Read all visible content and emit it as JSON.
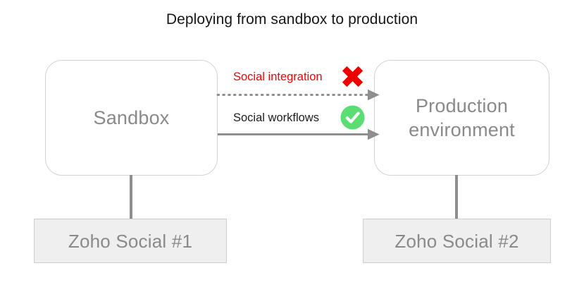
{
  "diagram": {
    "title": "Deploying from sandbox to production",
    "type": "flow-diagram"
  },
  "nodes": {
    "sandbox": {
      "label": "Sandbox",
      "shape": "rounded-rectangle",
      "border_color": "#d2d2d2",
      "text_color": "#8a8a8a"
    },
    "production": {
      "label": "Production\nenvironment",
      "label_line1": "Production",
      "label_line2": "environment",
      "shape": "rounded-rectangle",
      "border_color": "#d2d2d2",
      "text_color": "#8a8a8a"
    },
    "app_left": {
      "label": "Zoho Social #1",
      "shape": "rectangle",
      "fill_color": "#efefef",
      "text_color": "#8a8a8a"
    },
    "app_right": {
      "label": "Zoho Social #2",
      "shape": "rectangle",
      "fill_color": "#efefef",
      "text_color": "#8a8a8a"
    }
  },
  "edges": {
    "social_integration": {
      "label": "Social integration",
      "label_color": "#fa0000",
      "line_style": "dotted",
      "line_color": "#8e8e8e",
      "status": "not-supported",
      "status_icon": "red-cross-icon",
      "status_color": "#ed0000",
      "from": "sandbox",
      "to": "production"
    },
    "social_workflows": {
      "label": "Social workflows",
      "label_color": "#1d1d1d",
      "line_style": "solid",
      "line_color": "#8e8e8e",
      "status": "supported",
      "status_icon": "green-check-icon",
      "status_color": "#5ade74",
      "from": "sandbox",
      "to": "production"
    },
    "sandbox_to_app_left": {
      "line_style": "solid",
      "line_color": "#8e8e8e",
      "from": "sandbox",
      "to": "app_left"
    },
    "production_to_app_right": {
      "line_style": "solid",
      "line_color": "#8e8e8e",
      "from": "production",
      "to": "app_right"
    }
  },
  "colors": {
    "background": "#ffffff",
    "title_text": "#161616",
    "node_text": "#8a8a8a",
    "node_border": "#d2d2d2",
    "app_fill": "#efefef",
    "app_border": "#cdcdcd",
    "connector": "#8e8e8e",
    "error_red": "#fa0000",
    "success_green": "#5ade74"
  }
}
